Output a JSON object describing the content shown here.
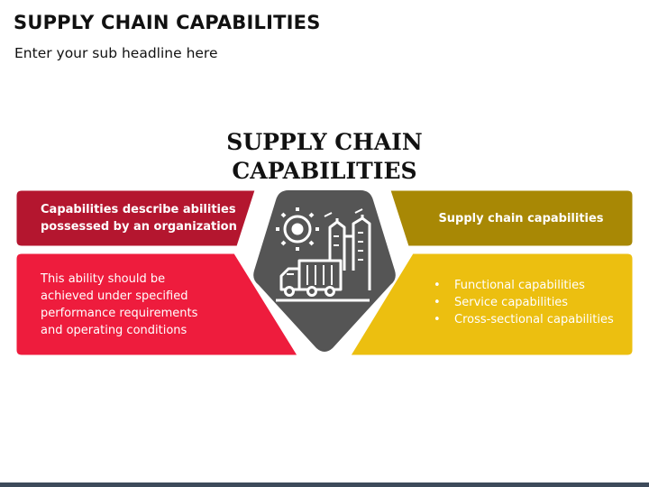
{
  "header": {
    "title": "SUPPLY CHAIN CAPABILITIES",
    "subtitle": "Enter your sub headline here"
  },
  "diagram": {
    "center_title_line1": "SUPPLY CHAIN",
    "center_title_line2": "CAPABILITIES",
    "center_icon": "supply-chain-truck-factory-gear-icon",
    "left_top": {
      "line1": "Capabilities describe abilities",
      "line2": "possessed by an organization",
      "color": "#b4162f"
    },
    "left_bottom": {
      "line1": "This ability should be",
      "line2": "achieved under specified",
      "line3": "performance requirements",
      "line4": "and operating conditions",
      "color": "#ee1c3d"
    },
    "right_top": {
      "label": "Supply chain capabilities",
      "color": "#a88805"
    },
    "right_bottom": {
      "items": [
        "Functional capabilities",
        "Service capabilities",
        "Cross-sectional capabilities"
      ],
      "color": "#ecbf10"
    },
    "pentagon_color": "#555555"
  }
}
